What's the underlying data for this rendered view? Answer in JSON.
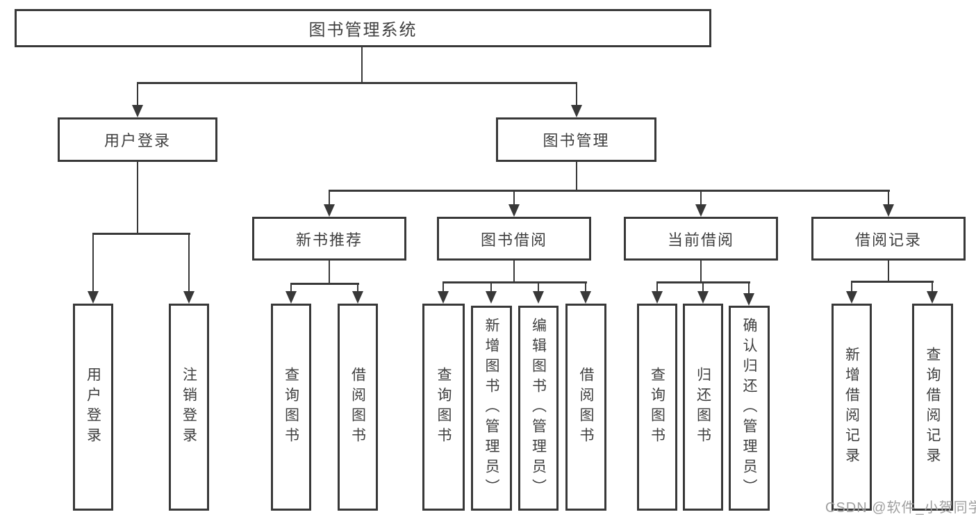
{
  "colors": {
    "line": "#383838",
    "text": "#3f3f3f",
    "watermark": "#9f9f9f",
    "background": "#ffffff"
  },
  "watermark": "CSDN @软件_小贺同学",
  "tree": {
    "root": {
      "label": "图书管理系统",
      "children": [
        {
          "label": "用户登录",
          "children": [
            {
              "label": "用户登录"
            },
            {
              "label": "注销登录"
            }
          ]
        },
        {
          "label": "图书管理",
          "children": [
            {
              "label": "新书推荐",
              "children": [
                {
                  "label": "查询图书"
                },
                {
                  "label": "借阅图书"
                }
              ]
            },
            {
              "label": "图书借阅",
              "children": [
                {
                  "label": "查询图书"
                },
                {
                  "label": "新增图书（管理员）"
                },
                {
                  "label": "编辑图书（管理员）"
                },
                {
                  "label": "借阅图书"
                }
              ]
            },
            {
              "label": "当前借阅",
              "children": [
                {
                  "label": "查询图书"
                },
                {
                  "label": "归还图书"
                },
                {
                  "label": "确认归还（管理员）"
                }
              ]
            },
            {
              "label": "借阅记录",
              "children": [
                {
                  "label": "新增借阅记录"
                },
                {
                  "label": "查询借阅记录"
                }
              ]
            }
          ]
        }
      ]
    }
  }
}
